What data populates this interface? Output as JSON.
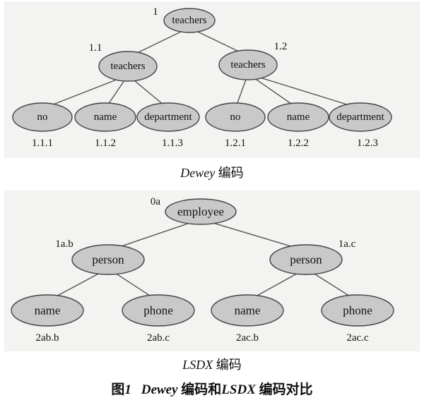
{
  "dewey": {
    "nodes": [
      {
        "id": "root",
        "label": "teachers",
        "code": "1"
      },
      {
        "id": "t1",
        "label": "teachers",
        "code": "1.1"
      },
      {
        "id": "t2",
        "label": "teachers",
        "code": "1.2"
      },
      {
        "id": "n1",
        "label": "no",
        "code": "1.1.1"
      },
      {
        "id": "n2",
        "label": "name",
        "code": "1.1.2"
      },
      {
        "id": "n3",
        "label": "department",
        "code": "1.1.3"
      },
      {
        "id": "n4",
        "label": "no",
        "code": "1.2.1"
      },
      {
        "id": "n5",
        "label": "name",
        "code": "1.2.2"
      },
      {
        "id": "n6",
        "label": "department",
        "code": "1.2.3"
      }
    ],
    "edges": [
      [
        "root",
        "t1"
      ],
      [
        "root",
        "t2"
      ],
      [
        "t1",
        "n1"
      ],
      [
        "t1",
        "n2"
      ],
      [
        "t1",
        "n3"
      ],
      [
        "t2",
        "n4"
      ],
      [
        "t2",
        "n5"
      ],
      [
        "t2",
        "n6"
      ]
    ],
    "caption_latin": "Dewey",
    "caption_cjk": "编码"
  },
  "lsdx": {
    "nodes": [
      {
        "id": "root",
        "label": "employee",
        "code": "0a"
      },
      {
        "id": "p1",
        "label": "person",
        "code": "1a.b"
      },
      {
        "id": "p2",
        "label": "person",
        "code": "1a.c"
      },
      {
        "id": "c1",
        "label": "name",
        "code": "2ab.b"
      },
      {
        "id": "c2",
        "label": "phone",
        "code": "2ab.c"
      },
      {
        "id": "c3",
        "label": "name",
        "code": "2ac.b"
      },
      {
        "id": "c4",
        "label": "phone",
        "code": "2ac.c"
      }
    ],
    "edges": [
      [
        "root",
        "p1"
      ],
      [
        "root",
        "p2"
      ],
      [
        "p1",
        "c1"
      ],
      [
        "p1",
        "c2"
      ],
      [
        "p2",
        "c3"
      ],
      [
        "p2",
        "c4"
      ]
    ],
    "caption_latin": "LSDX",
    "caption_cjk": "编码"
  },
  "figure_caption": {
    "prefix": "图",
    "number": "1",
    "part1_latin": "Dewey",
    "part2_cjk": "编码和",
    "part3_latin": "LSDX",
    "part4_cjk": "编码对比"
  }
}
